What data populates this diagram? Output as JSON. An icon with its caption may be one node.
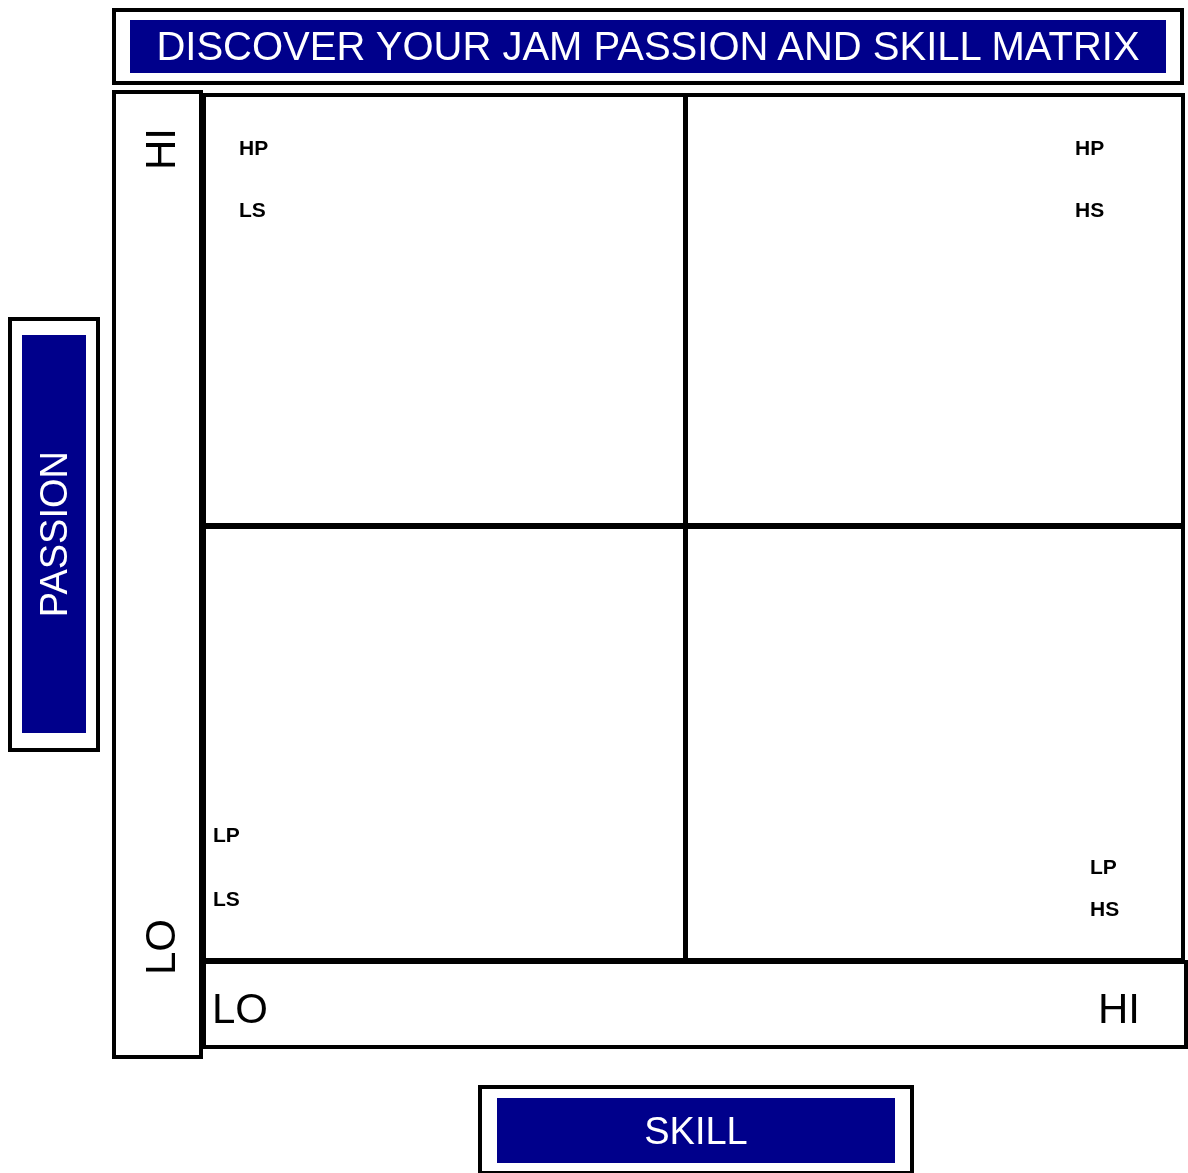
{
  "diagram": {
    "title": "DISCOVER YOUR JAM PASSION AND SKILL MATRIX",
    "nodes": [
      {
        "text": [
          "PASSION"
        ]
      },
      {
        "text": [
          "HI",
          "LO"
        ]
      },
      {
        "text": [
          "HP",
          "LS"
        ]
      },
      {
        "text": [
          "HP",
          "HS"
        ]
      },
      {
        "text": [
          "LP",
          "LS"
        ]
      },
      {
        "text": [
          "LP",
          "HS"
        ]
      },
      {
        "text": [
          "LO",
          "HI"
        ]
      },
      {
        "text": [
          "SKILL"
        ]
      }
    ]
  }
}
